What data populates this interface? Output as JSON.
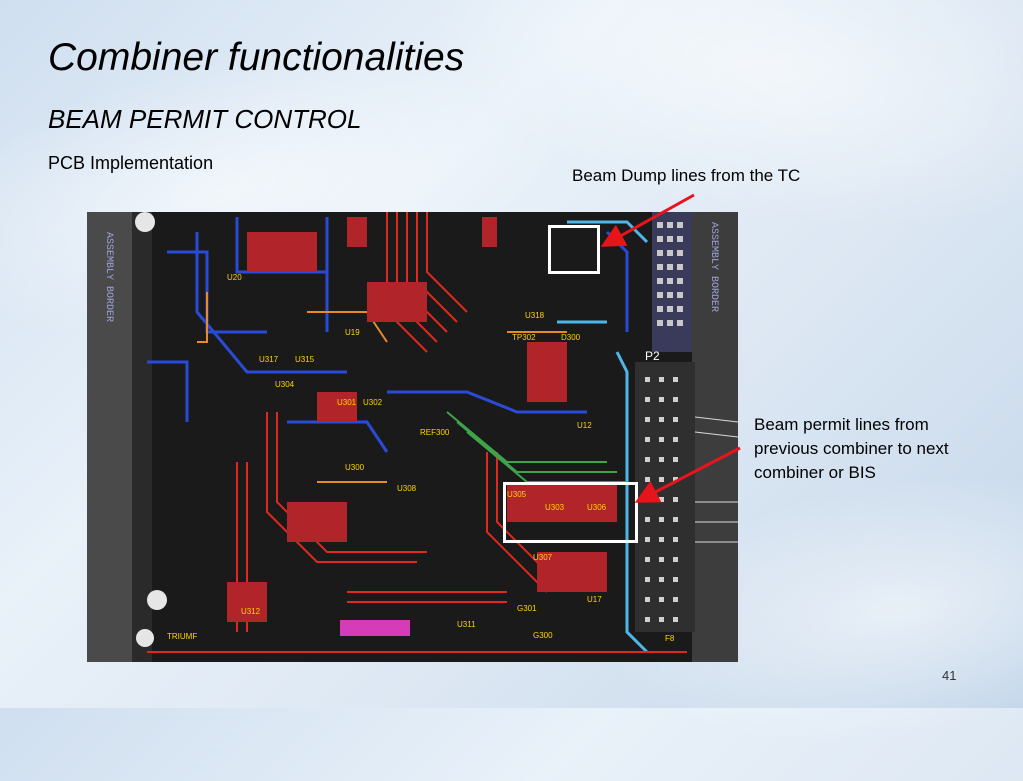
{
  "slide": {
    "title": "Combiner functionalities",
    "subtitle": "BEAM PERMIT CONTROL",
    "section_label": "PCB Implementation",
    "page_number": "41"
  },
  "callouts": {
    "beam_dump": "Beam Dump lines from the TC",
    "beam_permit": "Beam permit lines from previous combiner to next combiner or BIS"
  },
  "pcb": {
    "labels": {
      "left_border": "ASSEMBLY BORDER",
      "right_border": "ASSEMBLY BORDER",
      "p2": "P2",
      "u20": "U20",
      "u19": "U19",
      "u318": "U318",
      "u317": "U317",
      "u315": "U315",
      "u304": "U304",
      "u301": "U301",
      "u302": "U302",
      "ref300": "REF300",
      "u300": "U300",
      "u308": "U308",
      "u305": "U305",
      "u303": "U303",
      "u306": "U306",
      "u307": "U307",
      "u312": "U312",
      "u311": "U311",
      "u17": "U17",
      "u12": "U12",
      "g300": "G300",
      "g301": "G301",
      "d300": "D300",
      "tp302": "TP302",
      "f8": "F8",
      "triumf": "TRIUMF"
    }
  },
  "colors": {
    "highlight": "#ffffff",
    "arrow": "#e8141c",
    "trace_red": "#e0281e",
    "trace_blue": "#2a4bd8",
    "trace_orange": "#e88a2a",
    "trace_cyan": "#4fb6e8",
    "trace_green": "#3fa34a",
    "board_bg": "#1a1a1a"
  }
}
